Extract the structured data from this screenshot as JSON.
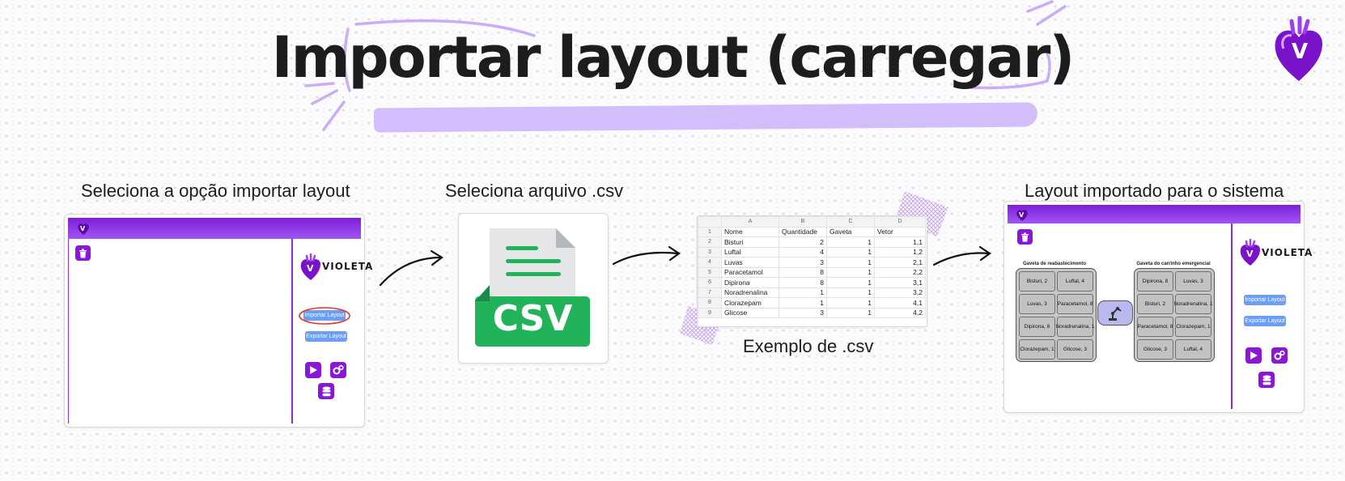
{
  "header": {
    "title": "Importar layout (carregar)"
  },
  "steps": {
    "step1_label": "Seleciona a opção importar layout",
    "step2_label": "Seleciona arquivo .csv",
    "step3_caption": "Exemplo de .csv",
    "step4_label": "Layout importado para o sistema"
  },
  "app": {
    "brand": "VIOLETA",
    "import_button": "Importar Layout",
    "export_button": "Exportar Layout"
  },
  "csv_icon": {
    "text": "CSV"
  },
  "spreadsheet": {
    "columns": [
      "A",
      "B",
      "C",
      "D"
    ],
    "rows": [
      {
        "n": "1",
        "a": "Nome",
        "b": "Quantidade",
        "c": "Gaveta",
        "d": "Vetor"
      },
      {
        "n": "2",
        "a": "Bisturi",
        "b": "2",
        "c": "1",
        "d": "1,1"
      },
      {
        "n": "3",
        "a": "Luftal",
        "b": "4",
        "c": "1",
        "d": "1,2"
      },
      {
        "n": "4",
        "a": "Luvas",
        "b": "3",
        "c": "1",
        "d": "2,1"
      },
      {
        "n": "5",
        "a": "Paracetamol",
        "b": "8",
        "c": "1",
        "d": "2,2"
      },
      {
        "n": "6",
        "a": "Dipirona",
        "b": "8",
        "c": "1",
        "d": "3,1"
      },
      {
        "n": "7",
        "a": "Noradrenalina",
        "b": "1",
        "c": "1",
        "d": "3,2"
      },
      {
        "n": "8",
        "a": "Clorazepam",
        "b": "1",
        "c": "1",
        "d": "4,1"
      },
      {
        "n": "9",
        "a": "Glicose",
        "b": "3",
        "c": "1",
        "d": "4,2"
      }
    ]
  },
  "layout": {
    "drawer1": {
      "title": "Gaveta de reabastecimento",
      "tiles": [
        "Bisturi, 2",
        "Luftal, 4",
        "Luvas, 3",
        "Paracetamol, 8",
        "Dipirona, 8",
        "Noradrenalina, 1",
        "Clorazepam, 1",
        "Glicose, 3"
      ]
    },
    "drawer2": {
      "title": "Gaveta do carrinho emergencial",
      "tiles": [
        "Dipirona, 8",
        "Luvas, 3",
        "Bisturi, 2",
        "Noradrenalina, 1",
        "Paracetamol, 8",
        "Clorazepam, 1",
        "Glicose, 3",
        "Luftal, 4"
      ]
    }
  },
  "colors": {
    "accent": "#8a17d6",
    "highlight": "#d4bdfb",
    "button": "#6d9ef5",
    "csv_green": "#22b35a"
  }
}
